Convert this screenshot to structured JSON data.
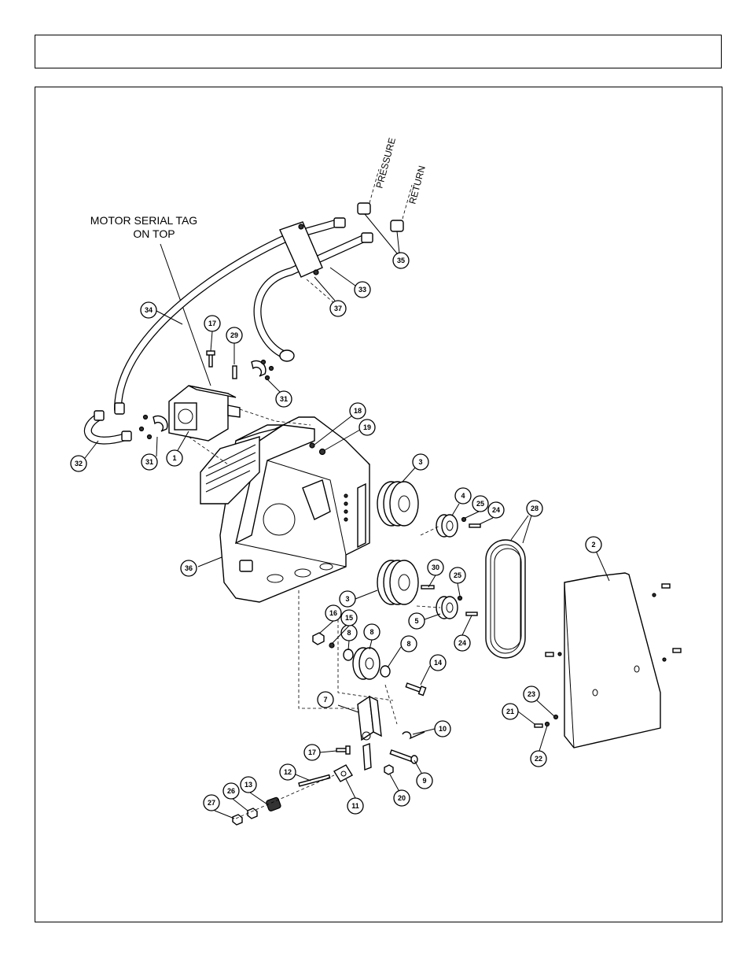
{
  "header": {
    "title": ""
  },
  "notes": {
    "motor_tag_line1": "MOTOR SERIAL TAG",
    "motor_tag_line2": "ON TOP",
    "pressure": "PRESSURE",
    "return": "RETURN"
  },
  "callouts": {
    "c1": "1",
    "c2": "2",
    "c3a": "3",
    "c3b": "3",
    "c4": "4",
    "c5": "5",
    "c7": "7",
    "c8a": "8",
    "c8b": "8",
    "c8c": "8",
    "c9": "9",
    "c10": "10",
    "c11": "11",
    "c12": "12",
    "c13": "13",
    "c14": "14",
    "c15": "15",
    "c16": "16",
    "c17a": "17",
    "c17b": "17",
    "c18": "18",
    "c19": "19",
    "c20": "20",
    "c21": "21",
    "c22": "22",
    "c23": "23",
    "c24a": "24",
    "c24b": "24",
    "c25a": "25",
    "c25b": "25",
    "c26": "26",
    "c27": "27",
    "c28": "28",
    "c29": "29",
    "c30": "30",
    "c31a": "31",
    "c31b": "31",
    "c32": "32",
    "c33": "33",
    "c34": "34",
    "c35": "35",
    "c36": "36",
    "c37": "37"
  }
}
